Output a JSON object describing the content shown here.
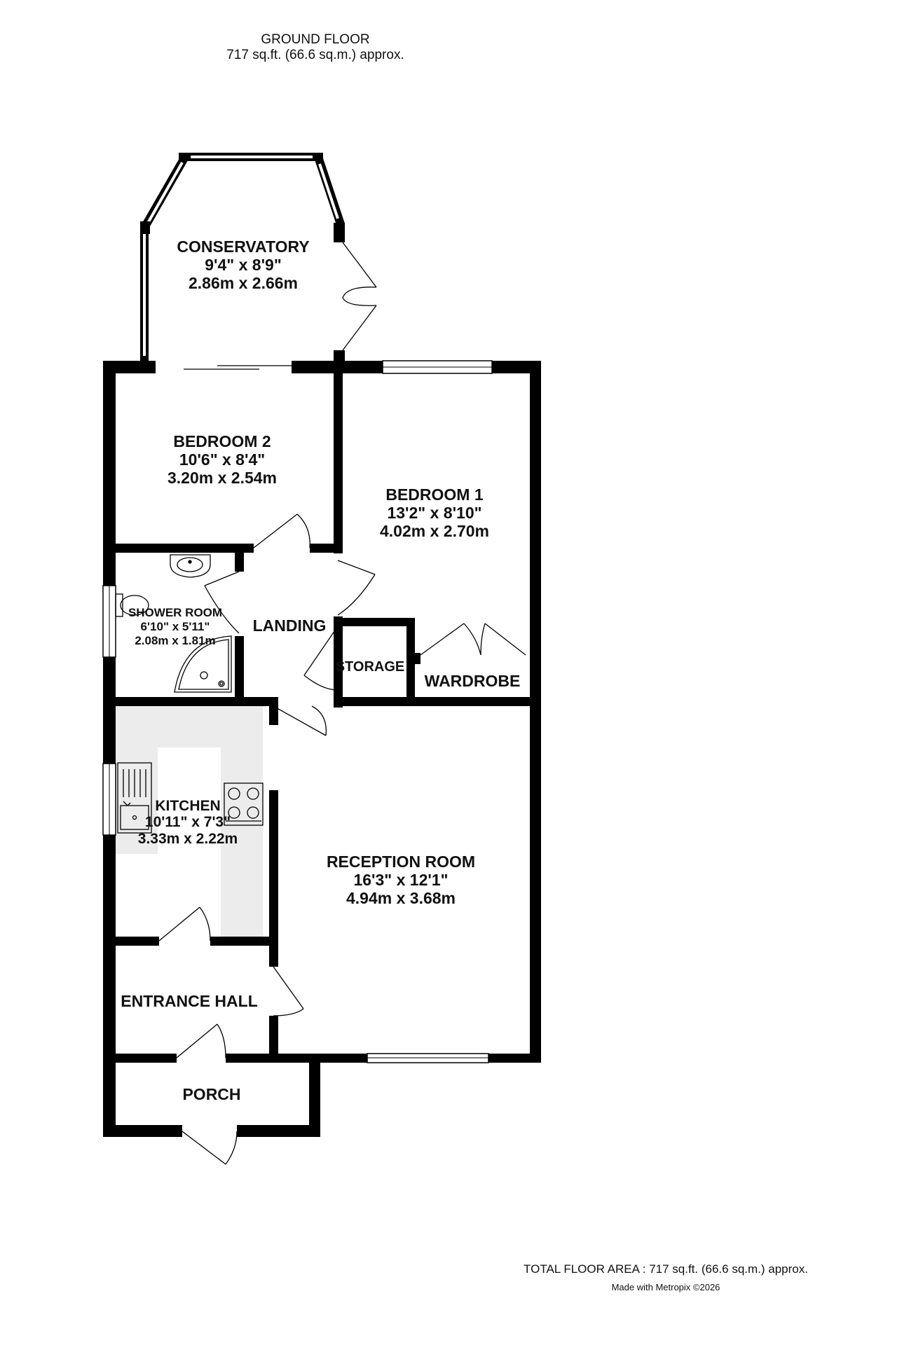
{
  "header": {
    "title": "GROUND FLOOR",
    "area": "717 sq.ft. (66.6 sq.m.) approx."
  },
  "rooms": {
    "conservatory": {
      "name": "CONSERVATORY",
      "imperial": "9'4\"  x 8'9\"",
      "metric": "2.86m  x 2.66m"
    },
    "bedroom2": {
      "name": "BEDROOM 2",
      "imperial": "10'6\"  x 8'4\"",
      "metric": "3.20m  x 2.54m"
    },
    "bedroom1": {
      "name": "BEDROOM 1",
      "imperial": "13'2\"  x 8'10\"",
      "metric": "4.02m  x 2.70m"
    },
    "shower_room": {
      "name": "SHOWER ROOM",
      "imperial": "6'10\"  x 5'11\"",
      "metric": "2.08m  x 1.81m"
    },
    "landing": {
      "name": "LANDING"
    },
    "storage": {
      "name": "STORAGE"
    },
    "wardrobe": {
      "name": "WARDROBE"
    },
    "kitchen": {
      "name": "KITCHEN",
      "imperial": "10'11\"  x 7'3\"",
      "metric": "3.33m  x 2.22m"
    },
    "reception": {
      "name": "RECEPTION ROOM",
      "imperial": "16'3\"  x 12'1\"",
      "metric": "4.94m  x 3.68m"
    },
    "entrance_hall": {
      "name": "ENTRANCE HALL"
    },
    "porch": {
      "name": "PORCH"
    }
  },
  "footer": {
    "total": "TOTAL FLOOR AREA : 717 sq.ft. (66.6 sq.m.) approx.",
    "credit": "Made with Metropix ©2026"
  },
  "colors": {
    "wall": "#000000",
    "worktop": "#ececec",
    "window": "#ffffff"
  }
}
